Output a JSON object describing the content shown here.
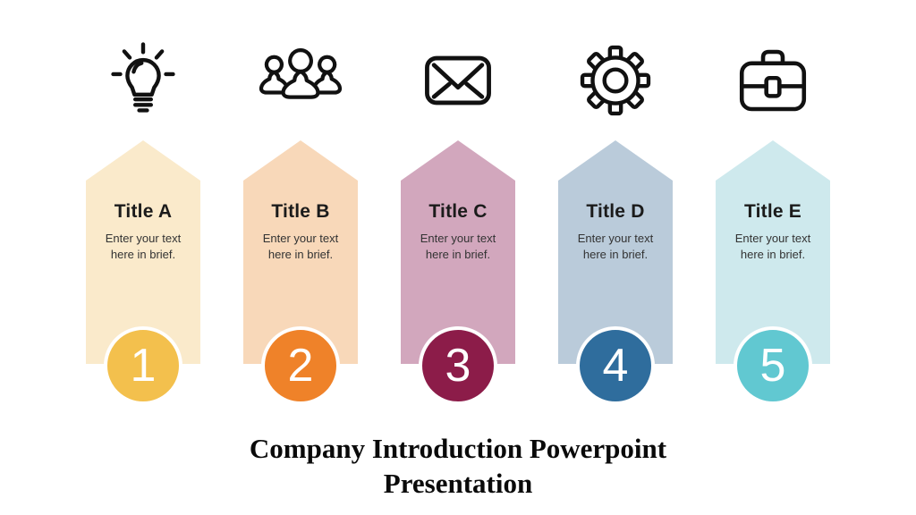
{
  "slide": {
    "heading": "Company Introduction Powerpoint Presentation",
    "background_color": "#ffffff",
    "heading_color": "#0a0a0a"
  },
  "columns": [
    {
      "icon": "lightbulb-icon",
      "title": "Title A",
      "body": "Enter your text here in brief.",
      "number": "1",
      "panel_color": "#FAEACB",
      "circle_color": "#F3C04D"
    },
    {
      "icon": "people-group-icon",
      "title": "Title B",
      "body": "Enter your text here in brief.",
      "number": "2",
      "panel_color": "#F8D8B9",
      "circle_color": "#EF8229"
    },
    {
      "icon": "envelope-icon",
      "title": "Title C",
      "body": "Enter your text here in brief.",
      "number": "3",
      "panel_color": "#D2A7BD",
      "circle_color": "#8C1C49"
    },
    {
      "icon": "gear-icon",
      "title": "Title D",
      "body": "Enter your text here in brief.",
      "number": "4",
      "panel_color": "#BACBDA",
      "circle_color": "#2F6D9D"
    },
    {
      "icon": "briefcase-icon",
      "title": "Title E",
      "body": "Enter your text here in brief.",
      "number": "5",
      "panel_color": "#CEE9ED",
      "circle_color": "#61C8D1"
    }
  ]
}
